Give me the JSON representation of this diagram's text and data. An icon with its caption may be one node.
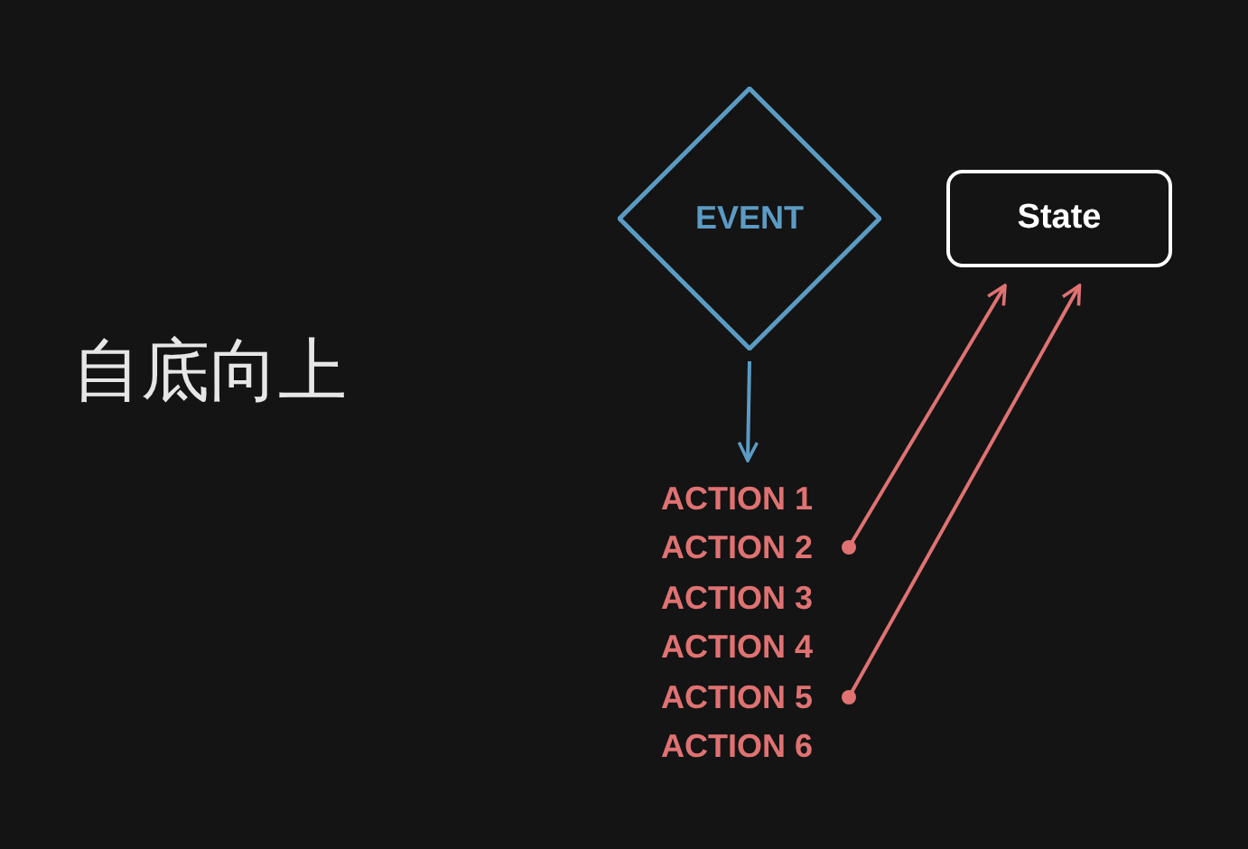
{
  "diagram": {
    "nodes": [
      {
        "text": [
          "EVENT"
        ]
      },
      {
        "text": [
          "State"
        ]
      },
      {
        "text": [
          "ACTION 1"
        ]
      },
      {
        "text": [
          "ACTION 2"
        ]
      },
      {
        "text": [
          "ACTION 5"
        ]
      }
    ],
    "edges": [
      {
        "from": 0,
        "to": 2,
        "arrow": "to",
        "color": "#5b9bc4"
      },
      {
        "from": 3,
        "to": 1,
        "arrow": "to"
      },
      {
        "from": 4,
        "to": 1,
        "arrow": "to"
      }
    ],
    "labels": [
      "自底向上",
      "ACTION 3",
      "ACTION 4",
      "ACTION 6"
    ]
  }
}
